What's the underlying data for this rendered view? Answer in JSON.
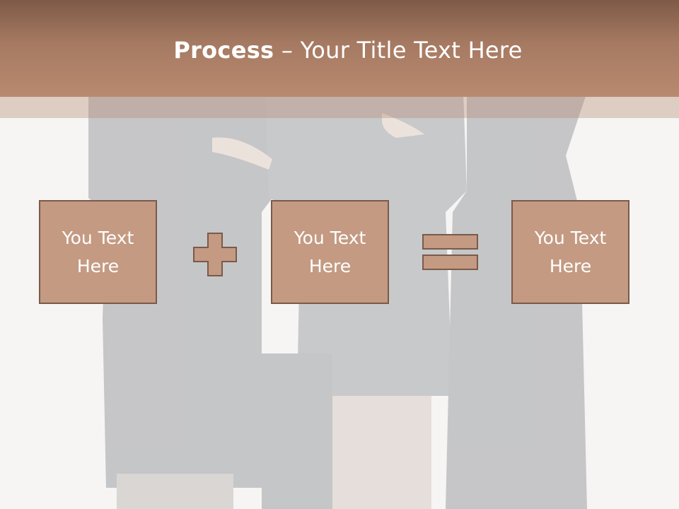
{
  "title": {
    "bold": "Process",
    "rest": " – Your Title Text Here"
  },
  "boxes": [
    {
      "text": "You Text\nHere"
    },
    {
      "text": "You Text\nHere"
    },
    {
      "text": "You Text\nHere"
    }
  ],
  "operators": [
    "plus-icon",
    "equals-icon"
  ],
  "colors": {
    "header": "#a47862",
    "box_fill": "#c49a82",
    "box_border": "#7a5a4a",
    "background": "#f6f5f4"
  }
}
